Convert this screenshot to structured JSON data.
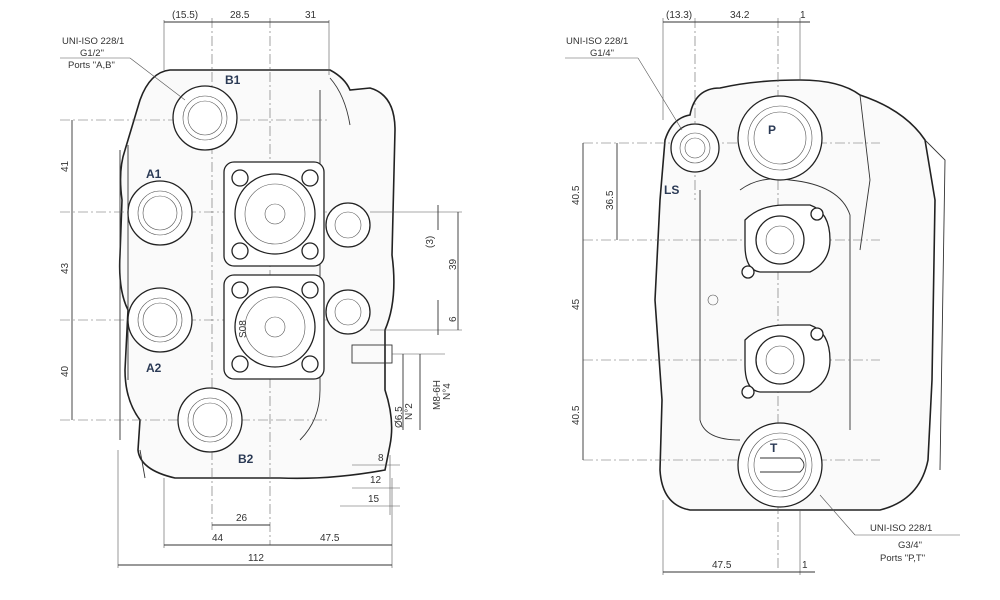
{
  "left_view": {
    "port_labels": [
      "B1",
      "A1",
      "A2",
      "B2"
    ],
    "note_lines": [
      "UNI-ISO 228/1",
      "G1/2\"",
      "Ports \"A,B\""
    ],
    "top_dims": [
      "(15.5)",
      "28.5",
      "31"
    ],
    "left_dims": [
      "41",
      "43",
      "40"
    ],
    "right_dims": [
      "(3)",
      "39",
      "6"
    ],
    "side_notes": [
      "M8-6H",
      "N°4",
      "Ø6.5",
      "N°2"
    ],
    "bottom_dims": [
      "8",
      "12",
      "15",
      "26",
      "44",
      "47.5",
      "112"
    ],
    "valve_text": [
      "S08"
    ]
  },
  "right_view": {
    "port_labels": [
      "P",
      "LS",
      "T"
    ],
    "note_top_lines": [
      "UNI-ISO 228/1",
      "G1/4\""
    ],
    "top_dims": [
      "(13.3)",
      "34.2",
      "1"
    ],
    "left_dims": [
      "40.5",
      "36.5",
      "45",
      "40.5"
    ],
    "note_bottom_lines": [
      "UNI-ISO 228/1",
      "G3/4\"",
      "Ports \"P,T\""
    ],
    "bottom_dims": [
      "47.5",
      "1"
    ]
  }
}
